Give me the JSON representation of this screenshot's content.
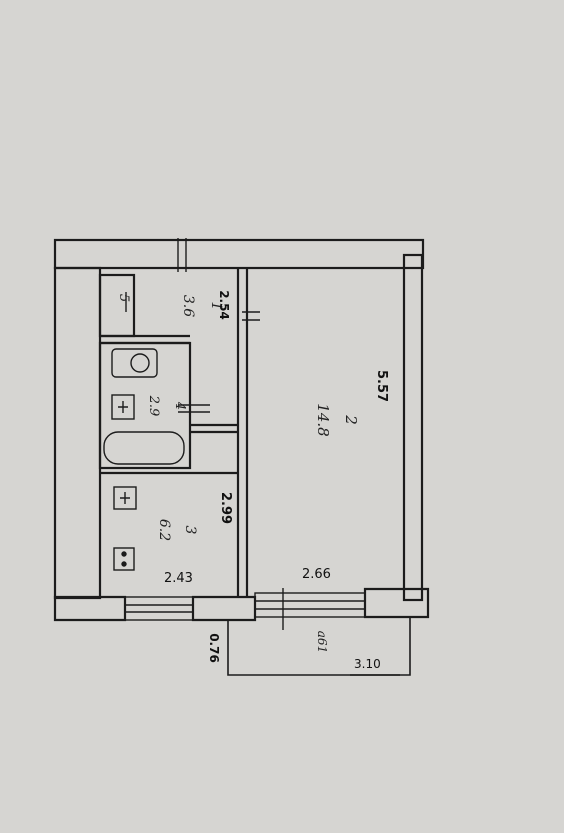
{
  "rooms": [
    {
      "number": "1",
      "area": "3.6"
    },
    {
      "number": "2",
      "area": "14.8"
    },
    {
      "number": "3",
      "area": "6.2"
    },
    {
      "number": "4",
      "area": "2.9"
    },
    {
      "number": "5",
      "area": ""
    }
  ],
  "dimensions": {
    "room2_length": "5.57",
    "room2_width": "2.66",
    "corridor_width": "2.54",
    "kitchen_length": "2.99",
    "kitchen_width": "2.43",
    "balcony_depth": "0.76",
    "balcony_length": "3.10",
    "balcony_code": "a61"
  }
}
